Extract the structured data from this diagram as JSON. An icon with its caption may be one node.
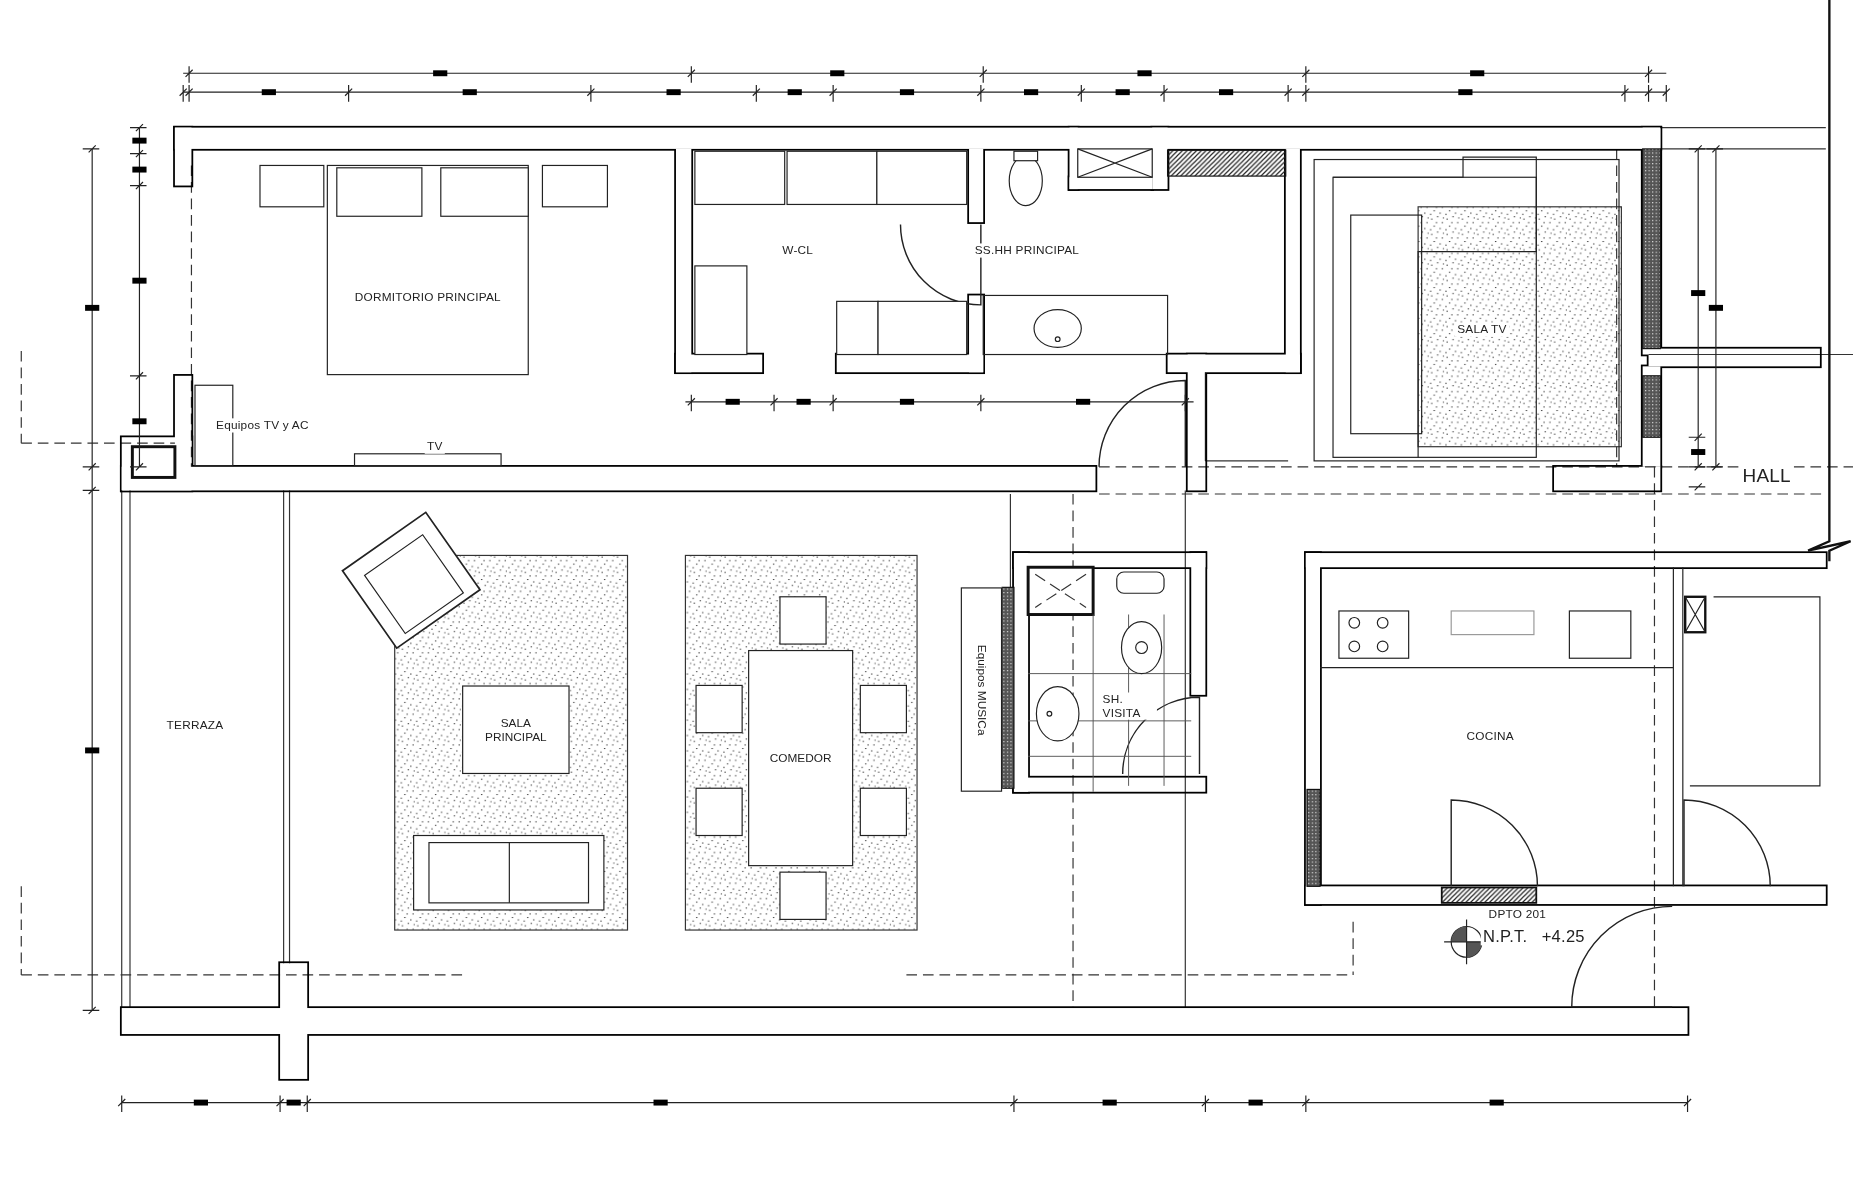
{
  "diagram": {
    "nodes": [
      {
        "text": [
          "SALA PRINCIPAL"
        ]
      },
      {
        "text": [
          "COMEDOR"
        ]
      },
      {
        "text": [
          "Equipos MUSICa"
        ]
      }
    ],
    "labels": [
      "DORMITORIO PRINCIPAL",
      "W-CL",
      "SS.HH PRINCIPAL",
      "Equipos TV y AC",
      "TV",
      "SALA TV",
      "HALL",
      "TERRAZA",
      "SH. VISITA",
      "COCINA",
      "DPTO 201",
      "N.P.T. +4.25"
    ]
  }
}
